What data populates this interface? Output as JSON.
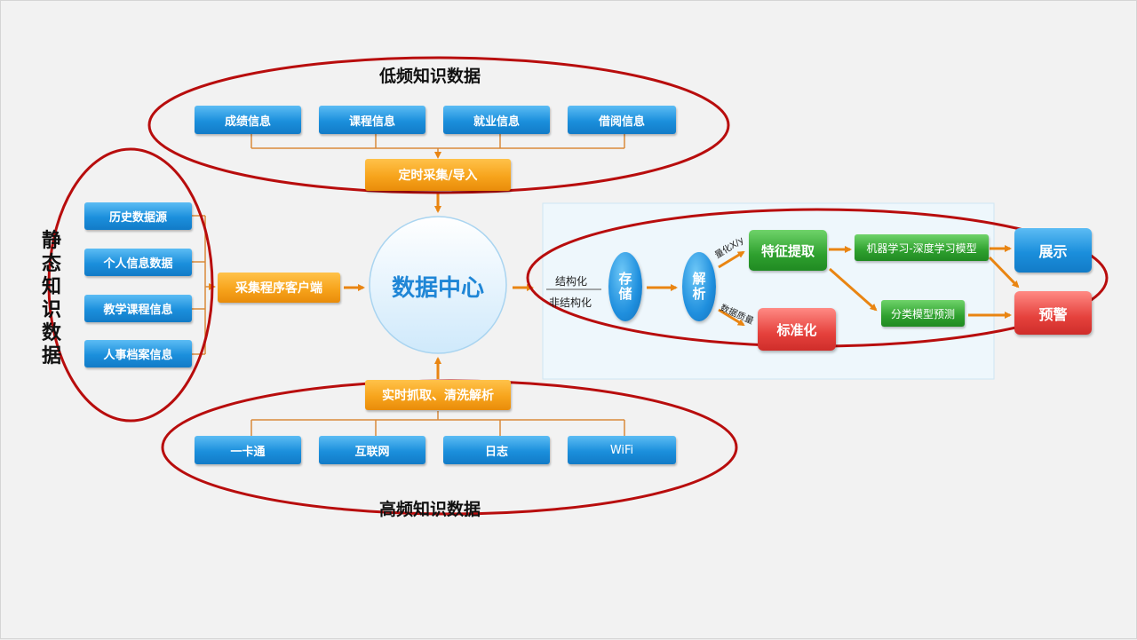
{
  "groups": {
    "low_freq": {
      "title": "低频知识数据",
      "sources": [
        "成绩信息",
        "课程信息",
        "就业信息",
        "借阅信息"
      ],
      "collector": "定时采集/导入"
    },
    "high_freq": {
      "title": "高频知识数据",
      "sources": [
        "一卡通",
        "互联网",
        "日志",
        "WiFi"
      ],
      "collector": "实时抓取、清洗解析"
    },
    "static": {
      "title": "静态知识数据",
      "sources": [
        "历史数据源",
        "个人信息数据",
        "教学课程信息",
        "人事档案信息"
      ],
      "collector": "采集程序客户端"
    }
  },
  "center": {
    "label": "数据中心"
  },
  "pipeline": {
    "structured": "结构化",
    "unstructured": "非结构化",
    "storage": "存储",
    "parse": "解析",
    "quantify_label": "量化X/y",
    "quality_label": "数据质量",
    "feature": "特征提取",
    "standardize": "标准化",
    "ml_model": "机器学习-深度学习模型",
    "classify_model": "分类模型预测",
    "display": "展示",
    "warning": "预警"
  },
  "colors": {
    "highlight_ring": "#b80d0d",
    "connector_orange": "#e98512",
    "connector_line": "#d98a3a",
    "panel_fill": "#eef7fc"
  }
}
